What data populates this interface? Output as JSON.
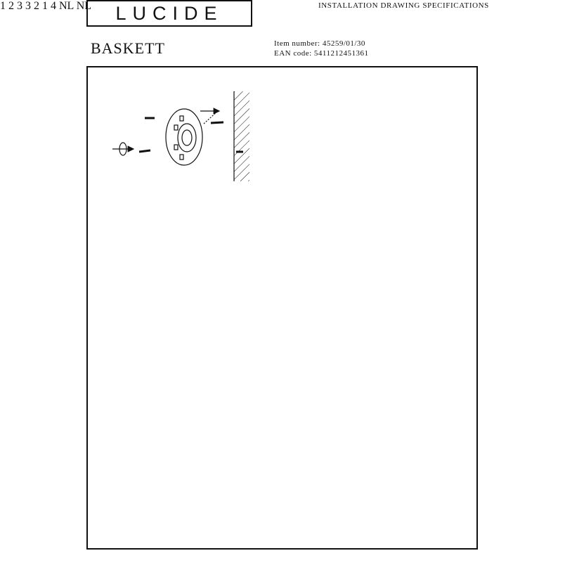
{
  "header": {
    "brand": "LUCIDE",
    "doc_type": "INSTALLATION DRAWING SPECIFICATIONS",
    "product_name": "BASKETT",
    "item_number": "Item number: 45259/01/30",
    "ean_code": "EAN code: 5411212451361"
  },
  "steps": {
    "s1": "1",
    "s2": "2",
    "s3": "3",
    "s4": "4",
    "c1": "1",
    "c2": "2",
    "c3": "3"
  },
  "boxes": {
    "nl_left": "NL",
    "nl_right": "NL"
  },
  "colors": {
    "ink": "#111111",
    "paper": "#ffffff"
  }
}
